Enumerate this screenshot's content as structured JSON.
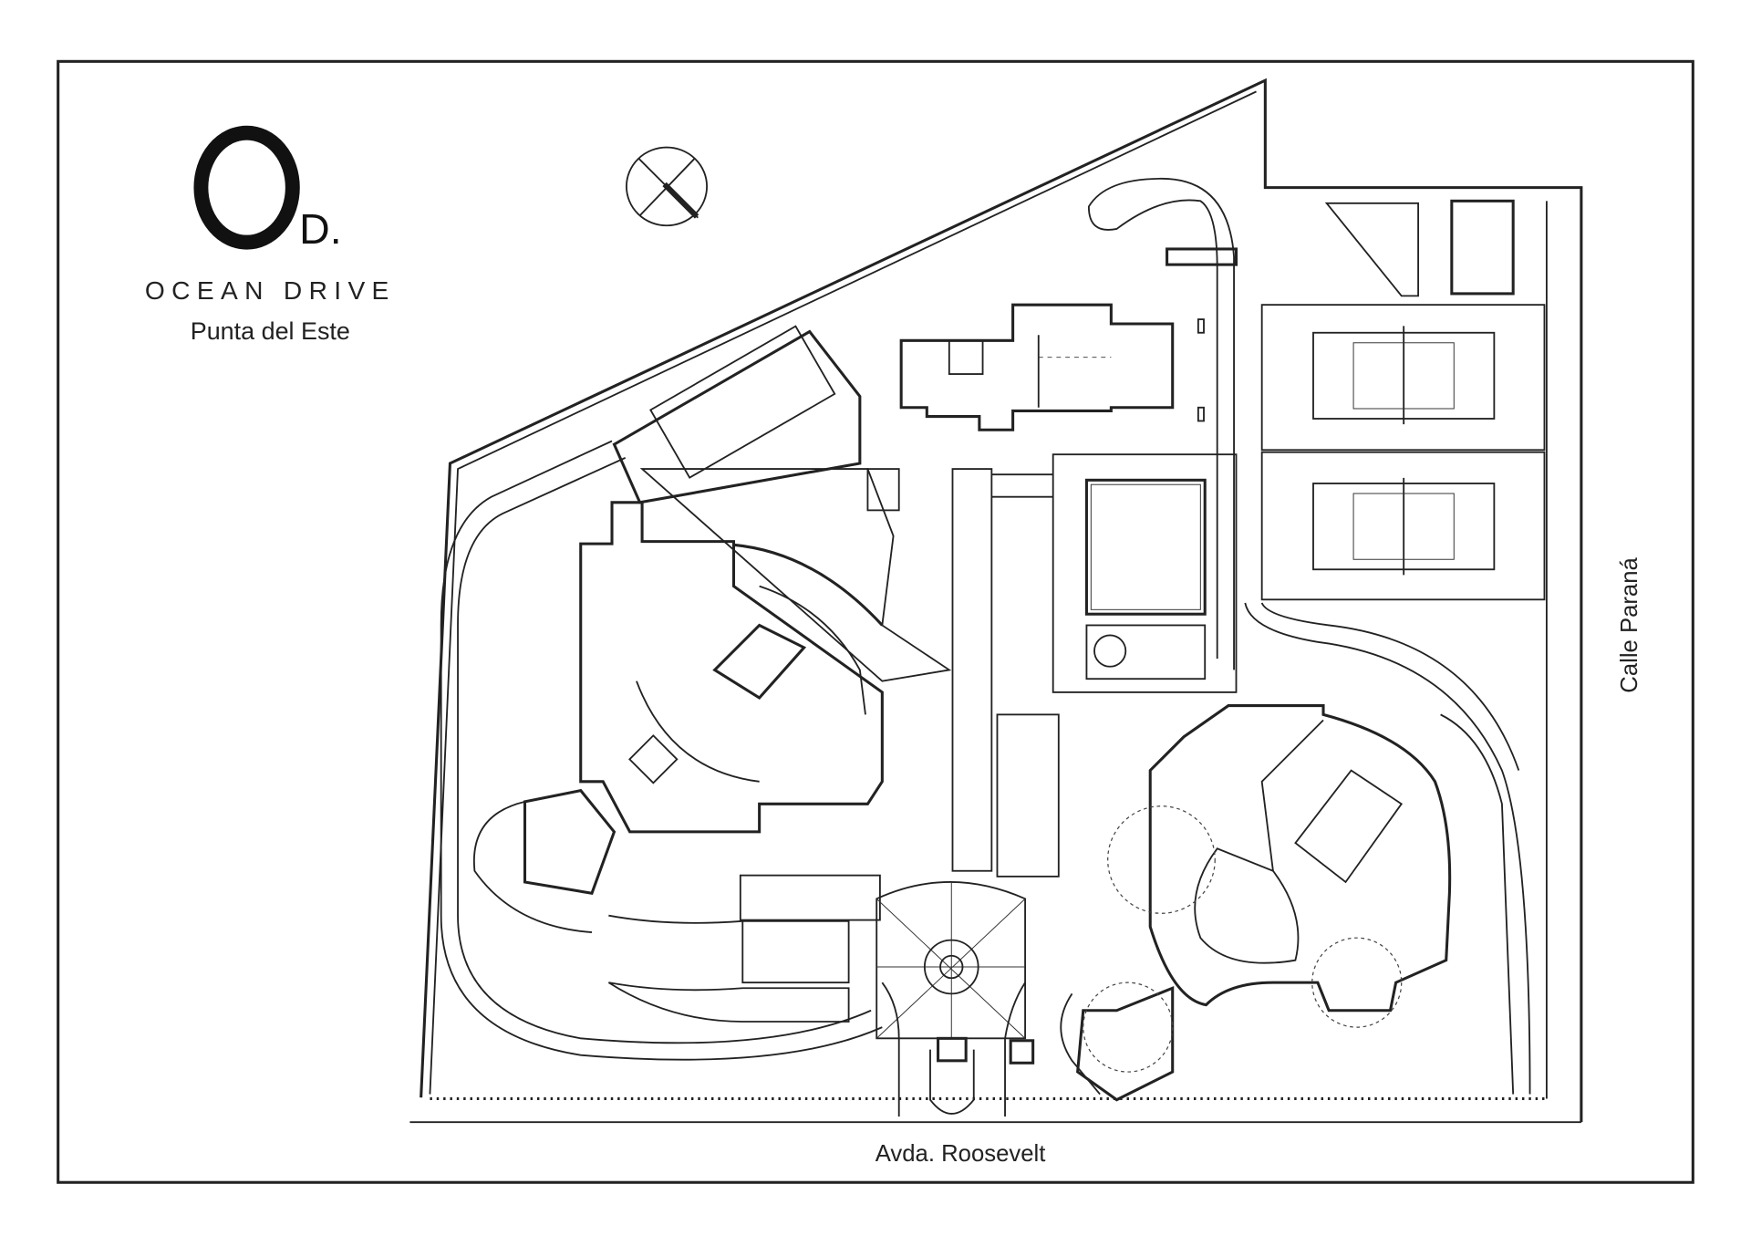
{
  "logo": {
    "letter_o": "O",
    "letter_d": "D.",
    "name": "OCEAN DRIVE",
    "location": "Punta del Este"
  },
  "streets": {
    "bottom": "Avda. Roosevelt",
    "right": "Calle Paraná"
  },
  "icons": {
    "compass": "north-arrow-icon"
  }
}
